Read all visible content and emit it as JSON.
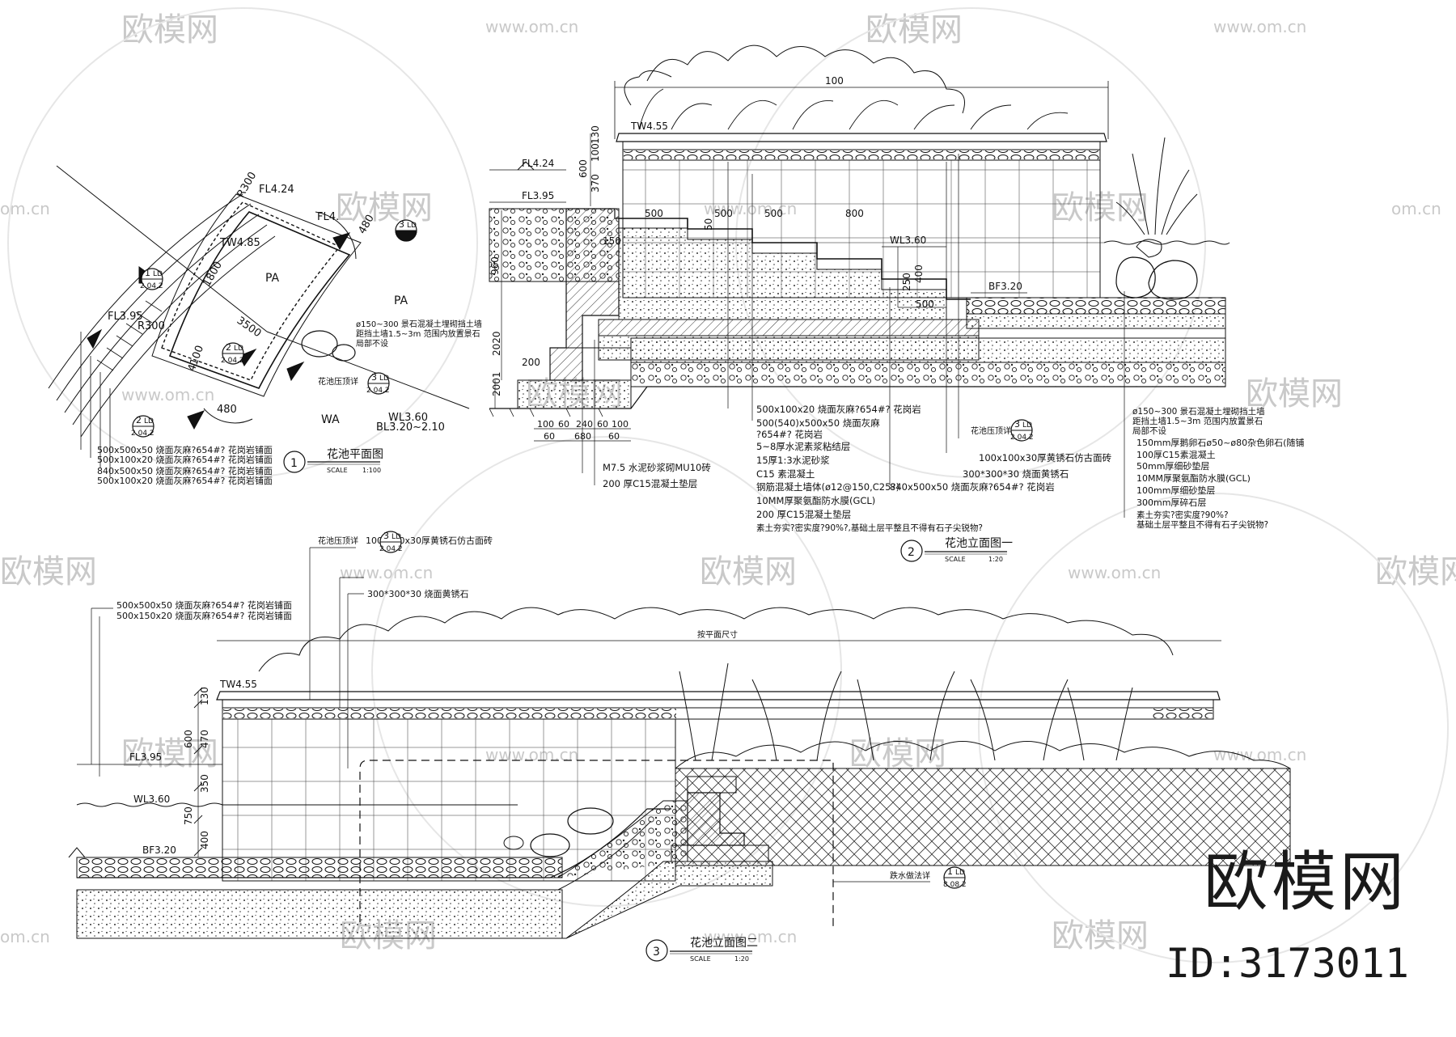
{
  "watermark": {
    "logo_text": "欧模网",
    "url": "www.om.cn",
    "url_short": "om.cn"
  },
  "brand": {
    "name": "欧模网",
    "id": "ID:3173011"
  },
  "plan": {
    "title": "花池平面图",
    "number": "1",
    "scale_label": "SCALE",
    "scale": "1:100",
    "labels": {
      "fl424": "FL4.24",
      "fl4": "FL4.",
      "tw485": "TW4.85",
      "fl395": "FL3.95",
      "wl360": "WL3.60",
      "bl": "BL3.20~2.10",
      "r300a": "R300",
      "r300b": "R300",
      "pa1": "PA",
      "pa2": "PA",
      "wa": "WA",
      "d1800": "1800",
      "d3500": "3500",
      "d480": "480",
      "d480b": "480",
      "d4100": "4100"
    },
    "tags": [
      {
        "num": "1",
        "sheet": "LD",
        "ref": "2.04.2"
      },
      {
        "num": "2",
        "sheet": "LD",
        "ref": "2.04.2"
      },
      {
        "num": "2",
        "sheet": "LD",
        "ref": "2.04.2"
      },
      {
        "num": "3",
        "sheet": "LD",
        "ref": ""
      },
      {
        "num": "3",
        "sheet": "LD",
        "ref": "2.04.2"
      }
    ],
    "note_stone": "ø150~300 景石混凝土埋砌挡土墙",
    "note_stone2": "距挡土墙1.5~3m 范围内放置景石",
    "note_stone3": "局部不设",
    "note_cap": "花池压顶详",
    "legend": [
      "500x500x50 烧面灰麻?654#? 花岗岩铺面",
      "500x100x20 烧面灰麻?654#? 花岗岩铺面",
      "840x500x50 烧面灰麻?654#? 花岗岩铺面",
      "500x100x20 烧面灰麻?654#? 花岗岩铺面"
    ]
  },
  "elev1": {
    "title": "花池立面图一",
    "number": "2",
    "scale_label": "SCALE",
    "scale": "1:20",
    "levels": {
      "tw": "TW4.55",
      "fl424": "FL4.24",
      "fl395": "FL3.95",
      "wl": "WL3.60",
      "bf": "BF3.20"
    },
    "dims": {
      "d100top": "100",
      "d130": "130",
      "d100": "100",
      "d600": "600",
      "d370": "370",
      "d500a": "500",
      "d500b": "500",
      "d500c": "500",
      "d800": "800",
      "d50": "50",
      "d150": "150",
      "d960": "960",
      "d250": "250",
      "d400": "400",
      "d500d": "500",
      "d200": "200",
      "d2001": "2001",
      "d2020": "2020",
      "b100": "100",
      "b60": "60",
      "b240": "240",
      "b60b": "60",
      "b100b": "100",
      "b60c": "60",
      "b680": "680",
      "b60d": "60"
    },
    "tag": {
      "num": "3",
      "sheet": "LD",
      "ref": "2.04.2"
    },
    "tag_label": "花池压顶详",
    "notes_mid": [
      "500x100x20 烧面灰麻?654#? 花岗岩",
      "500(540)x500x50 烧面灰麻",
      "?654#? 花岗岩",
      "5~8厚水泥素浆粘结层",
      "15厚1:3水泥砂浆",
      "C15 素混凝土",
      "钢筋混凝土墙体(ø12@150,C25?)",
      "10MM厚聚氨酯防水膜(GCL)",
      "200 厚C15混凝土垫层",
      "素土夯实?密实度?90%?,基础土层平整且不得有石子尖锐物?"
    ],
    "notes_center": [
      "100x100x30厚黄锈石仿古面砖",
      "300*300*30 烧面黄锈石",
      "840x500x50 烧面灰麻?654#? 花岗岩"
    ],
    "notes_left": [
      "M7.5 水泥砂浆砌MU10砖",
      "200 厚C15混凝土垫层"
    ],
    "notes_right": [
      "ø150~300 景石混凝土埋砌挡土墙",
      "距挡土墙1.5~3m 范围内放置景石",
      "局部不设",
      "150mm厚鹅卵石ø50~ø80杂色卵石(随铺",
      "100厚C15素混凝土",
      "50mm厚细砂垫层",
      "10MM厚聚氨酯防水膜(GCL)",
      "100mm厚细砂垫层",
      "300mm厚碎石层",
      "素土夯实?密实度?90%?",
      "基础土层平整且不得有石子尖锐物?"
    ]
  },
  "elev2": {
    "title": "花池立面图二",
    "number": "3",
    "scale_label": "SCALE",
    "scale": "1:20",
    "levels": {
      "tw": "TW4.55",
      "fl": "FL3.95",
      "wl": "WL3.60",
      "bf": "BF3.20"
    },
    "dims": {
      "d130": "130",
      "d600": "600",
      "d470": "470",
      "d350": "350",
      "d750": "750",
      "d400": "400"
    },
    "tag_top": {
      "num": "3",
      "sheet": "LD",
      "ref": "2.04.2"
    },
    "tag_top_label": "花池压顶详",
    "tag_bot": {
      "num": "1",
      "sheet": "LD",
      "ref": "8.08.2"
    },
    "tag_bot_label": "跌水做法详",
    "span_label": "按平面尺寸",
    "notes": [
      "500x500x50 烧面灰麻?654#? 花岗岩铺面",
      "500x150x20 烧面灰麻?654#? 花岗岩铺面",
      "100x100x30厚黄锈石仿古面砖",
      "300*300*30 烧面黄锈石"
    ]
  }
}
